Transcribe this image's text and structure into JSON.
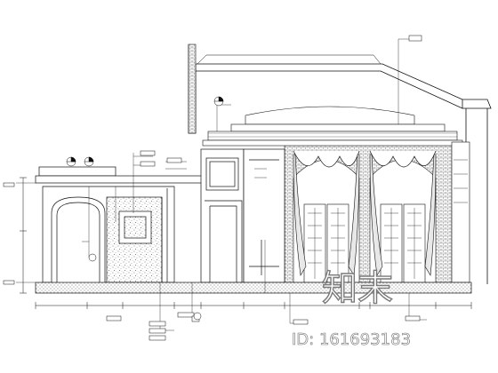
{
  "drawing": {
    "type": "architectural-interior-elevation",
    "line_color": "#111111",
    "hatch_color": "#444444"
  },
  "watermark": {
    "logo_text": "知末",
    "id_text": "ID: 161693183",
    "color": "#ffffff"
  }
}
